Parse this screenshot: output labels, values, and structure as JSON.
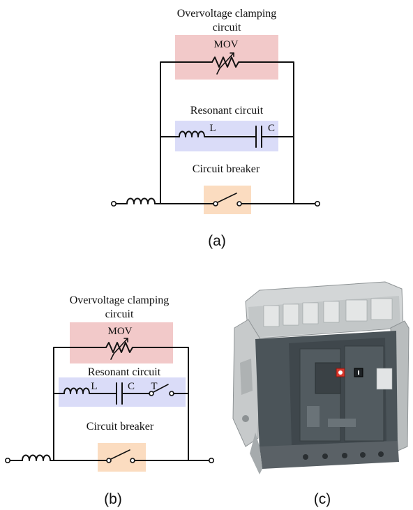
{
  "colors": {
    "mov_box": "#f2c9c9",
    "resonant_box": "#dadcf8",
    "breaker_box": "#fbdcc0",
    "wire": "#111111",
    "breaker_body": "#4b5459",
    "breaker_frame": "#c9cccc",
    "button_red": "#d9362b"
  },
  "icons": [
    "inductor-symbol",
    "capacitor-symbol",
    "varistor-symbol",
    "switch-symbol",
    "terminal-dot",
    "circuit-breaker-photo"
  ],
  "panel_a": {
    "mov_title_line1": "Overvoltage clamping",
    "mov_title_line2": "circuit",
    "mov_label": "MOV",
    "resonant_title": "Resonant circuit",
    "inductor_label": "L",
    "capacitor_label": "C",
    "breaker_title": "Circuit breaker",
    "caption": "(a)"
  },
  "panel_b": {
    "mov_title_line1": "Overvoltage clamping",
    "mov_title_line2": "circuit",
    "mov_label": "MOV",
    "resonant_title": "Resonant circuit",
    "inductor_label": "L",
    "capacitor_label": "C",
    "switch_label": "T",
    "breaker_title": "Circuit breaker",
    "caption": "(b)"
  },
  "panel_c": {
    "caption": "(c)"
  }
}
